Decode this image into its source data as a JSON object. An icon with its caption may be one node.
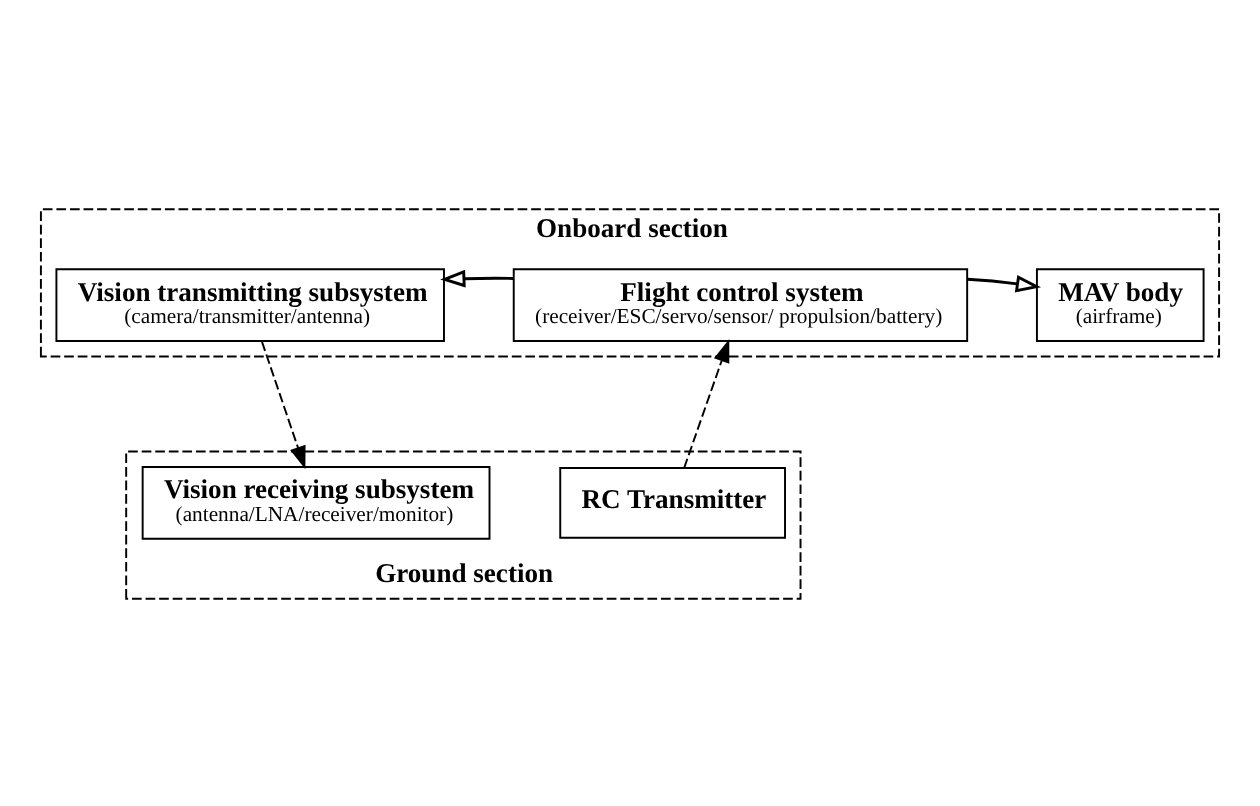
{
  "diagram": {
    "nodes": [
      {
        "text": [
          "Onboard section"
        ]
      },
      {
        "text": [
          "Vision transmitting subsystem",
          "(camera/transmitter/antenna)"
        ],
        "in": 0
      },
      {
        "text": [
          "Flight control system",
          "(receiver/ESC/servo/sensor/ propulsion/battery)"
        ],
        "in": 0
      },
      {
        "text": [
          "MAV body",
          "(airframe)"
        ],
        "in": 0
      },
      {
        "text": [
          "Ground section"
        ]
      },
      {
        "text": [
          "Vision receiving subsystem",
          "(antenna/LNA/receiver/monitor)"
        ],
        "in": 4
      },
      {
        "text": [
          "RC Transmitter"
        ],
        "in": 4
      }
    ],
    "edges": [
      {
        "from": 2,
        "to": 1,
        "arrow": "to"
      },
      {
        "from": 2,
        "to": 3,
        "arrow": "to"
      },
      {
        "from": 1,
        "to": 5,
        "arrow": "to",
        "style": "dashed"
      },
      {
        "from": 6,
        "to": 2,
        "arrow": "to",
        "style": "dashed"
      }
    ]
  }
}
